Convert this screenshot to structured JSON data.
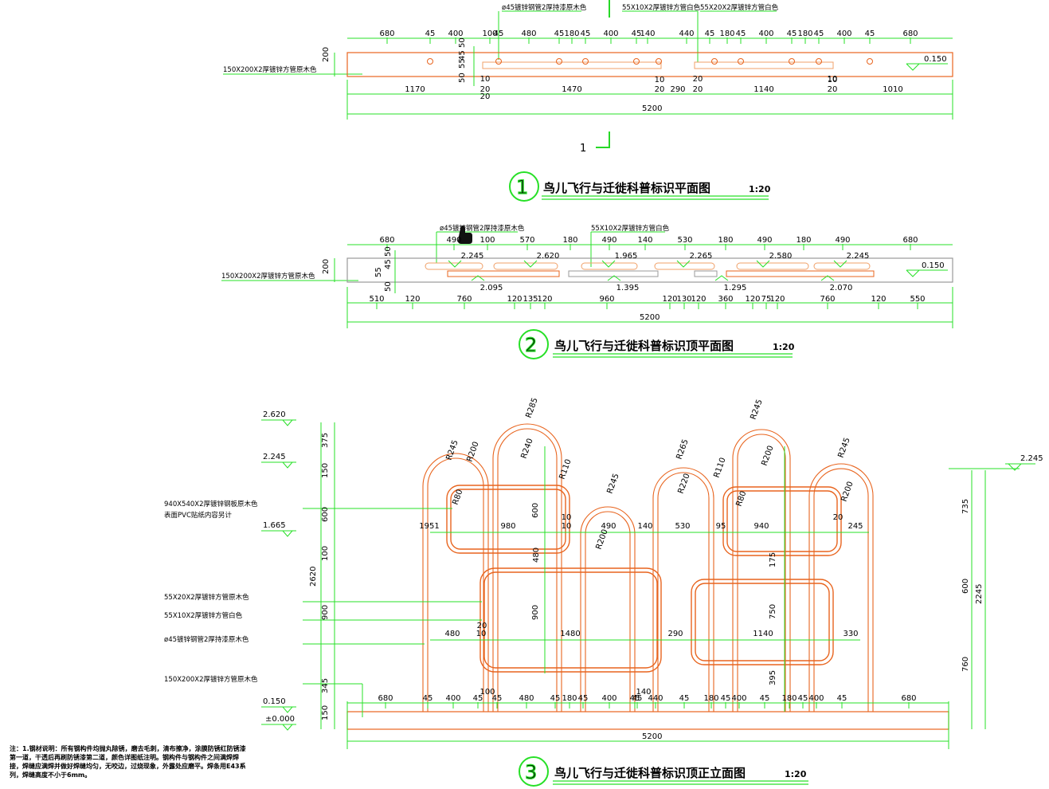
{
  "colors": {
    "dimension": "#27e027",
    "orange": "#e8641e",
    "steel": "#f0a068",
    "grey": "#9a9a9a",
    "section": "#27d827"
  },
  "section_mark": "1",
  "view1": {
    "title": "鸟儿飞行与迁徙科普标识平面图",
    "scale": "1:20",
    "number": "1",
    "labels": {
      "pipe45": "ø45镀锌钢管2厚持漆原木色",
      "tube55x10": "55X10X2厚镀锌方管白色",
      "tube55x20": "55X20X2厚镀锌方管白色",
      "tube150x200": "150X200X2厚镀锌方管原木色"
    },
    "top_dims": [
      "680",
      "45",
      "400",
      "100",
      "45",
      "480",
      "45",
      "180",
      "45",
      "400",
      "45",
      "140",
      "440",
      "45",
      "180",
      "45",
      "400",
      "45",
      "180",
      "45",
      "400",
      "45",
      "680"
    ],
    "left_dims": [
      "200",
      "50",
      "55",
      "45",
      "50"
    ],
    "level": "0.150",
    "bottom_dims": [
      "1170",
      "20",
      "1470",
      "10",
      "20",
      "290",
      "20",
      "1140",
      "10",
      "20",
      "1010"
    ],
    "bottom_small": [
      "10",
      "10",
      "20",
      "20"
    ],
    "total": "5200"
  },
  "view2": {
    "title": "鸟儿飞行与迁徙科普标识顶平面图",
    "scale": "1:20",
    "number": "2",
    "labels": {
      "pipe45": "ø45镀锌钢管2厚持漆原木色",
      "tube55x10": "55X10X2厚镀锌方管白色",
      "tube150x200": "150X200X2厚镀锌方管原木色"
    },
    "top_dims": [
      "680",
      "490",
      "100",
      "570",
      "180",
      "490",
      "140",
      "530",
      "180",
      "490",
      "180",
      "490",
      "680"
    ],
    "left_dims": [
      "200",
      "50",
      "45",
      "55",
      "50"
    ],
    "levels_top": [
      "2.245",
      "2.620",
      "1.965",
      "2.265",
      "2.580",
      "2.245"
    ],
    "levels_bottom": [
      "2.095",
      "1.395",
      "1.295",
      "2.070"
    ],
    "level": "0.150",
    "bottom_dims": [
      "510",
      "120",
      "760",
      "120",
      "135",
      "120",
      "960",
      "120",
      "130",
      "120",
      "360",
      "120",
      "75",
      "120",
      "760",
      "120",
      "550"
    ],
    "total": "5200"
  },
  "view3": {
    "title": "鸟儿飞行与迁徙科普标识顶正立面图",
    "scale": "1:20",
    "number": "3",
    "levels_left": [
      "2.620",
      "2.245",
      "1.665",
      "0.150",
      "±0.000"
    ],
    "level_right": "2.245",
    "left_dims": [
      "375",
      "150",
      "600",
      "100",
      "900",
      "345",
      "150"
    ],
    "left_total": "2620",
    "right_dims": [
      "735",
      "600",
      "760"
    ],
    "right_total": "2245",
    "labels": {
      "panel": "940X540X2厚镀锌钢板原木色",
      "panel_note": "表面PVC贴纸内容另计",
      "tube55x20": "55X20X2厚镀锌方管原木色",
      "tube55x10": "55X10X2厚镀锌方管白色",
      "pipe45": "ø45镀锌钢管2厚持漆原木色",
      "tube150x200": "150X200X2厚镀锌方管原木色"
    },
    "radii": [
      "R285",
      "R245",
      "R200",
      "R240",
      "R110",
      "R80",
      "R245",
      "R200",
      "R265",
      "R220",
      "R245",
      "R200",
      "R245",
      "R200",
      "R110",
      "R80"
    ],
    "inner_dims": [
      "1951",
      "10",
      "980",
      "600",
      "10",
      "490",
      "140",
      "530",
      "95",
      "940",
      "20",
      "245",
      "480",
      "1480",
      "290",
      "1140",
      "330",
      "900",
      "750",
      "175",
      "395",
      "480",
      "100",
      "140",
      "20",
      "10"
    ],
    "bottom_dims": [
      "680",
      "45",
      "400",
      "45",
      "45",
      "480",
      "45",
      "180",
      "45",
      "400",
      "45",
      "45",
      "440",
      "45",
      "180",
      "45",
      "400",
      "45",
      "180",
      "45",
      "400",
      "45",
      "680"
    ],
    "total": "5200"
  },
  "note": "注：1.钢材说明：所有钢构件均抛丸除锈，磨去毛刺，清布擦净，涂膜防锈红防锈漆第一道，干透后再刷防锈漆第二道，颜色详图纸注明。钢构件与钢构件之间满焊焊接，焊缝应满焊并做好焊缝均匀，无咬边，过烧现象，外露处应磨平。焊条用E43系列，焊缝高度不小于6mm。"
}
